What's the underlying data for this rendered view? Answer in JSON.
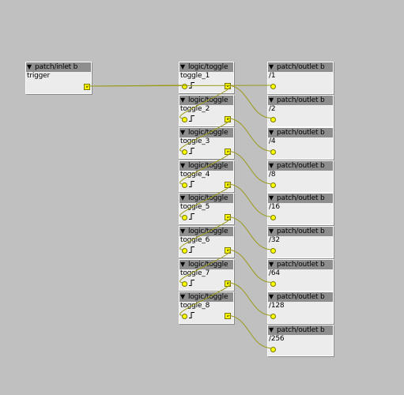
{
  "inlet": {
    "title": "patch/inlet b",
    "label": "trigger"
  },
  "toggles": [
    {
      "title": "logic/toggle",
      "label": "toggle_1"
    },
    {
      "title": "logic/toggle",
      "label": "toggle_2"
    },
    {
      "title": "logic/toggle",
      "label": "toggle_3"
    },
    {
      "title": "logic/toggle",
      "label": "toggle_4"
    },
    {
      "title": "logic/toggle",
      "label": "toggle_5"
    },
    {
      "title": "logic/toggle",
      "label": "toggle_6"
    },
    {
      "title": "logic/toggle",
      "label": "toggle_7"
    },
    {
      "title": "logic/toggle",
      "label": "toggle_8"
    }
  ],
  "outlets": [
    {
      "title": "patch/outlet b",
      "label": "/1"
    },
    {
      "title": "patch/outlet b",
      "label": "/2"
    },
    {
      "title": "patch/outlet b",
      "label": "/4"
    },
    {
      "title": "patch/outlet b",
      "label": "/8"
    },
    {
      "title": "patch/outlet b",
      "label": "/16"
    },
    {
      "title": "patch/outlet b",
      "label": "/32"
    },
    {
      "title": "patch/outlet b",
      "label": "/64"
    },
    {
      "title": "patch/outlet b",
      "label": "/128"
    },
    {
      "title": "patch/outlet b",
      "label": "/256"
    }
  ],
  "colors": {
    "wire": "#9a9a1a",
    "port": "#ffff00",
    "background": "#c0c0c0",
    "node_body": "#ececec",
    "node_header": "#8e8e8e"
  },
  "icons": {
    "collapse": "triangle-down-icon",
    "toggle": "toggle-step-icon"
  }
}
